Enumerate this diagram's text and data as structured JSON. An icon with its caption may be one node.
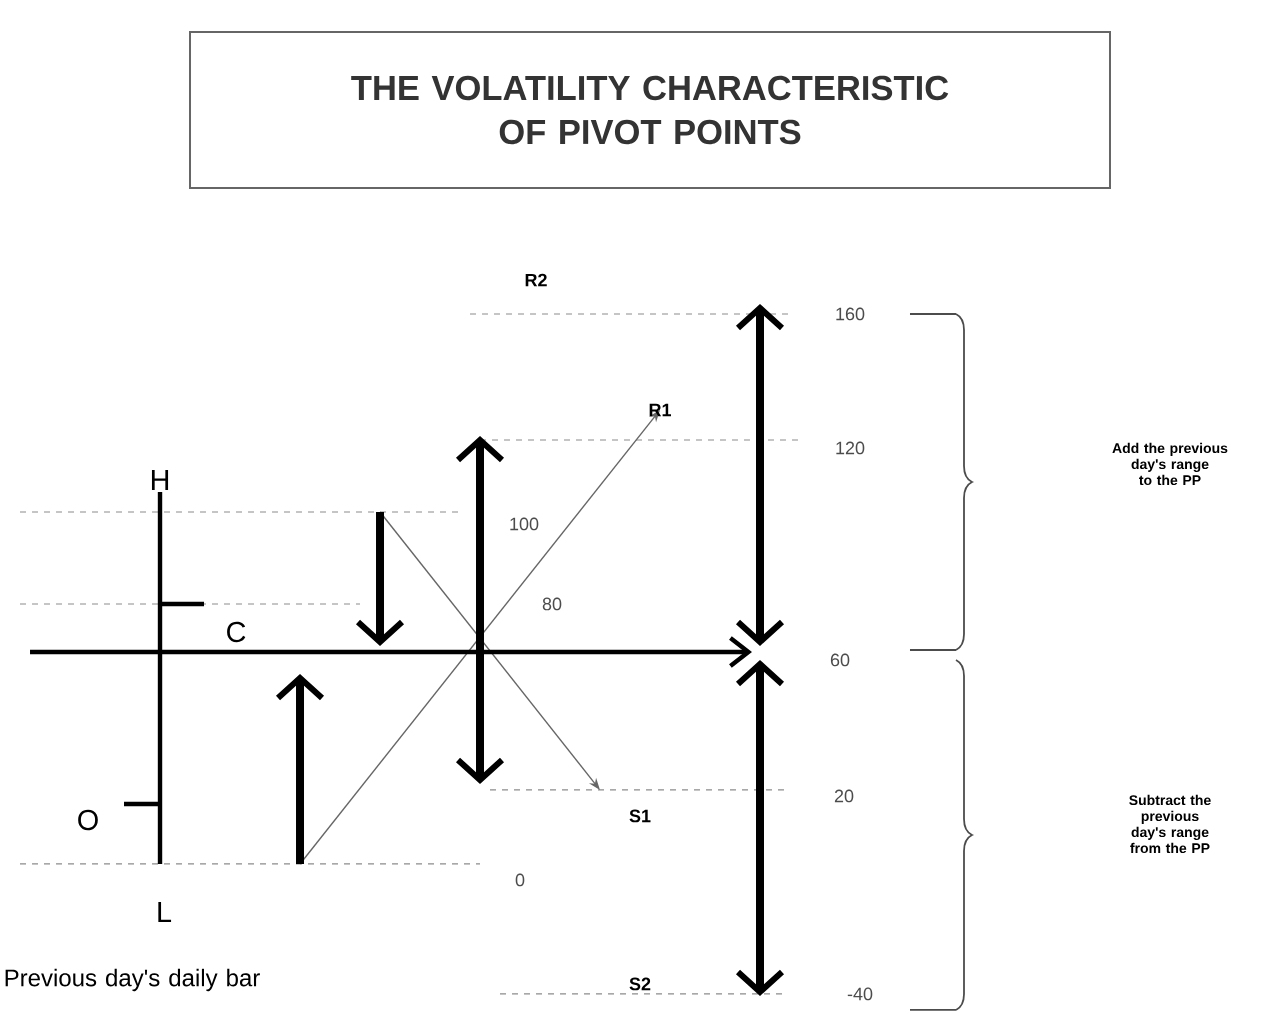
{
  "diagram": {
    "title": "THE VOLATILITY CHARACTERISTIC OF PIVOT POINTS",
    "labels": [
      "R2",
      "160",
      "R1",
      "120",
      "H",
      "100",
      "Add the previous day's range to the PP",
      "80",
      "C",
      "60",
      "S1",
      "20",
      "Subtract the previous day's range from the PP",
      "O",
      "0",
      "L",
      "Previous day's daily bar",
      "S2",
      "-40"
    ]
  }
}
